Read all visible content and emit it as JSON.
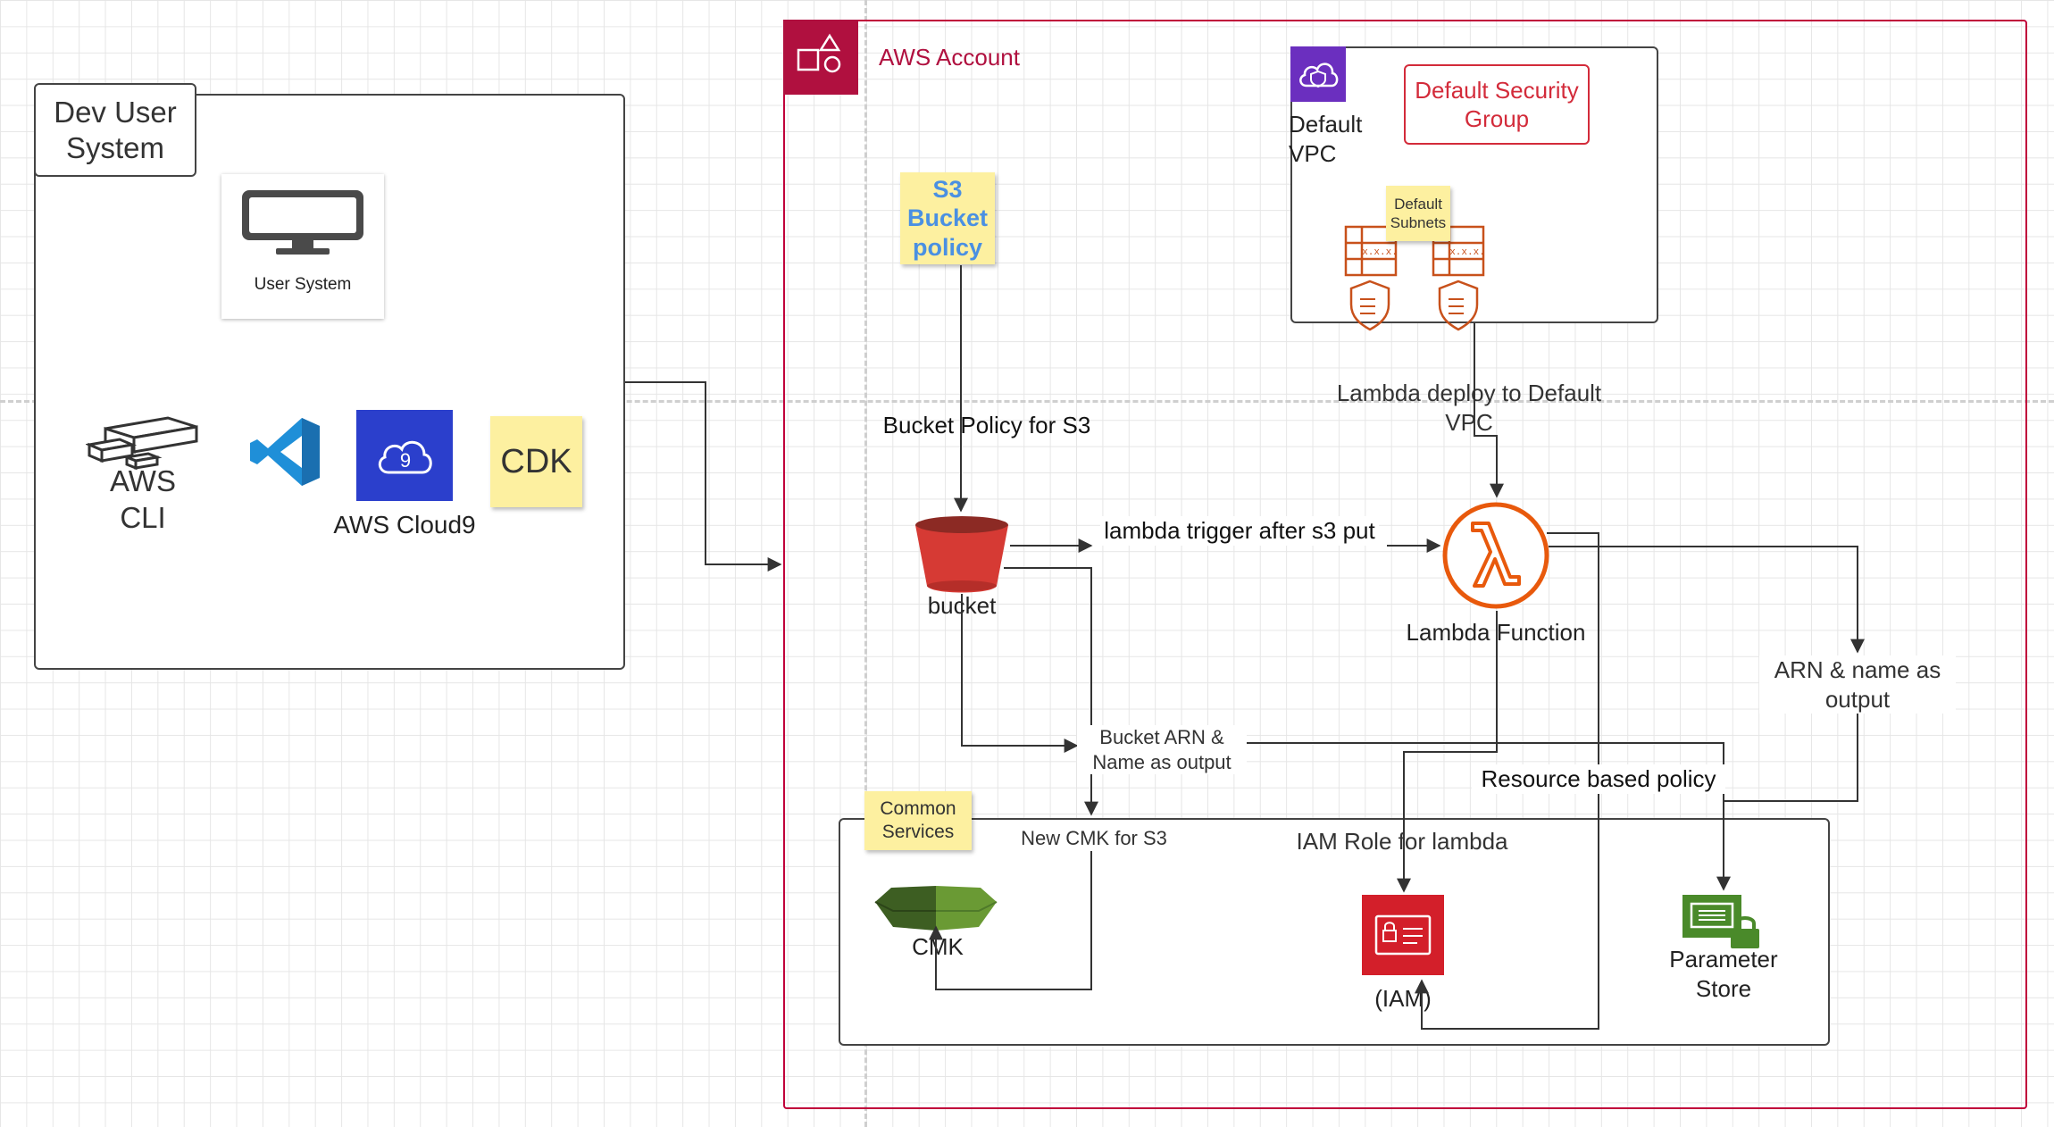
{
  "dev_system": {
    "title": "Dev User System",
    "user_system_label": "User System",
    "tools": {
      "aws_cli": "AWS CLI",
      "cloud9": "AWS Cloud9",
      "cdk": "CDK"
    }
  },
  "aws_account": {
    "title": "AWS Account",
    "vpc": {
      "label": "Default VPC",
      "security_group": "Default Security Group",
      "subnets_note": "Default Subnets"
    },
    "s3_policy_note": "S3 Bucket policy",
    "bucket_label": "bucket",
    "lambda_label": "Lambda Function",
    "common_services": {
      "note": "Common Services",
      "cmk_label": "CMK",
      "iam_label": "(IAM)",
      "param_store_label": "Parameter Store"
    }
  },
  "edges": {
    "bucket_policy": "Bucket Policy for S3",
    "lambda_vpc": "Lambda deploy to Default VPC",
    "lambda_trigger": "lambda trigger after s3 put",
    "bucket_arn": "Bucket ARN & Name as output",
    "arn_output": "ARN & name as output",
    "resource_policy": "Resource based policy",
    "new_cmk": "New CMK for S3",
    "iam_role": "IAM Role for lambda"
  },
  "colors": {
    "aws_account_border": "#c0003a",
    "lambda_orange": "#e8590c",
    "s3_red": "#d63a34",
    "vpc_purple": "#6b2fbf",
    "iam_red": "#d31f2a",
    "cloud9_blue": "#2b3fcc",
    "cmk_green": "#4f7a2a",
    "param_green": "#4a8a2a",
    "sticky_yellow": "#fdf0a0"
  }
}
